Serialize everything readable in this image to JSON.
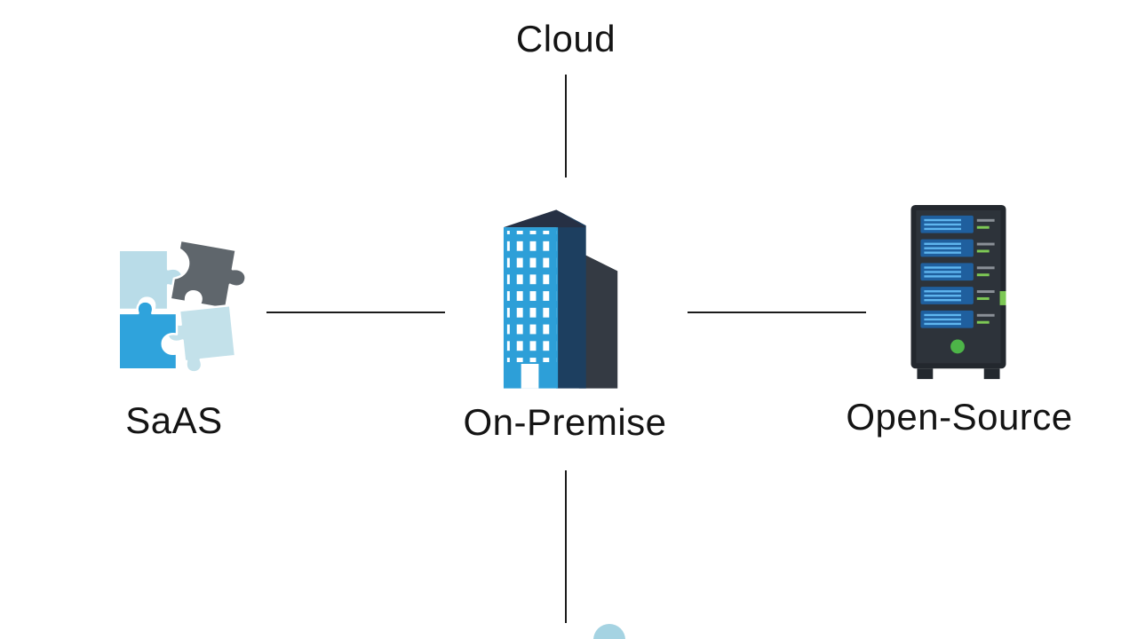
{
  "diagram": {
    "nodes": {
      "cloud": {
        "label": "Cloud"
      },
      "saas": {
        "label": "SaAS",
        "icon": "puzzle-icon"
      },
      "on_premise": {
        "label": "On-Premise",
        "icon": "building-icon"
      },
      "open_source": {
        "label": "Open-Source",
        "icon": "server-rack-icon"
      }
    },
    "edges": [
      {
        "from": "cloud",
        "to": "on_premise"
      },
      {
        "from": "saas",
        "to": "on_premise"
      },
      {
        "from": "on_premise",
        "to": "open_source"
      },
      {
        "from": "on_premise",
        "to": "offscreen_bottom"
      }
    ],
    "colors": {
      "background": "#ffffff",
      "connector_line": "#1b1b1b",
      "label_text": "#141414",
      "puzzle_light_cyan": "#b9dce8",
      "puzzle_gray": "#5f666c",
      "puzzle_blue": "#2fa3dc",
      "puzzle_pale_cyan": "#c3e1ea",
      "building_blue": "#2d9fd8",
      "building_navy": "#1d3f60",
      "building_dark_gray": "#343a43",
      "building_roof": "#263044",
      "server_case_dark": "#23282e",
      "server_panel": "#2d333a",
      "server_unit_blue": "#1f5f9e",
      "server_stripe_blue": "#5fb6ef",
      "server_green": "#4db548",
      "server_led_green": "#7dc855",
      "bottom_dot": "#a5d3e2"
    }
  }
}
